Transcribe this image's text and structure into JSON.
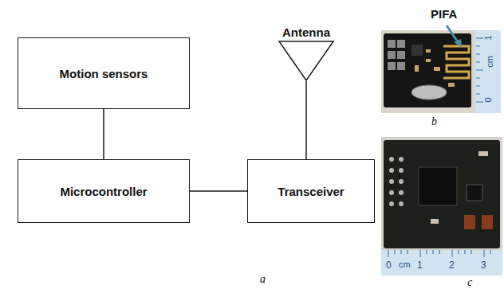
{
  "diagram": {
    "nodes": [
      {
        "text": [
          "Motion sensors"
        ]
      },
      {
        "text": [
          "Microcontroller"
        ]
      },
      {
        "text": [
          "Transceiver"
        ]
      },
      {
        "text": [
          "Antenna"
        ]
      }
    ],
    "edges": [
      {
        "from": 0,
        "to": 1,
        "arrow": "none"
      },
      {
        "from": 1,
        "to": 2,
        "arrow": "none"
      },
      {
        "from": 2,
        "to": 3,
        "arrow": "none"
      }
    ],
    "labels": [
      "PIFA",
      "1",
      "cm",
      "0",
      "b",
      "0",
      "cm",
      "1",
      "2",
      "3",
      "a",
      "c"
    ]
  }
}
